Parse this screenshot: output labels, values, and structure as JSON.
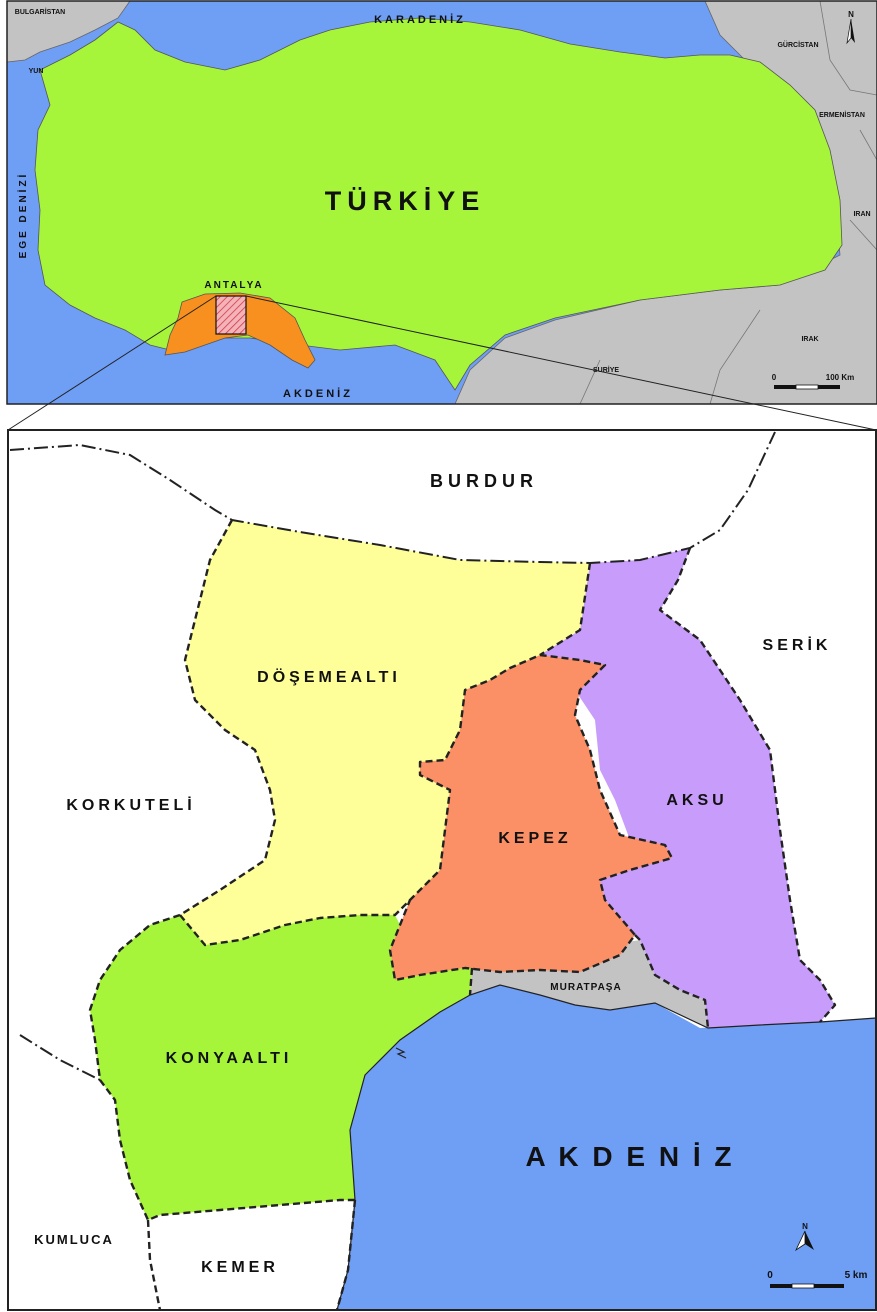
{
  "overview": {
    "sea_north": "KARADENİZ",
    "sea_south": "AKDENİZ",
    "sea_west": "EGE DENİZİ",
    "country": "TÜRKİYE",
    "province": "ANTALYA",
    "neighbors": {
      "bulgaria": "BULGARİSTAN",
      "greece": "YUN",
      "georgia": "GÜRCİSTAN",
      "armenia": "ERMENİSTAN",
      "iran": "IRAN",
      "iraq": "IRAK",
      "syria": "SURİYE"
    },
    "scale": {
      "start": "0",
      "end": "100 Km"
    },
    "north_label": "N"
  },
  "detail": {
    "districts": {
      "dosemealti": "DÖŞEMEALTI",
      "kepez": "KEPEZ",
      "aksu": "AKSU",
      "konyaalti": "KONYAALTI",
      "muratpasa": "MURATPAŞA"
    },
    "surroundings": {
      "burdur": "BURDUR",
      "serik": "SERİK",
      "korkuteli": "KORKUTELİ",
      "kumluca": "KUMLUCA",
      "kemer": "KEMER"
    },
    "sea": "A K D E N İ Z",
    "scale": {
      "start": "0",
      "end": "5 km"
    },
    "north_label": "N"
  },
  "colors": {
    "sea": "#6f9ef5",
    "neighbor_land": "#c3c3c3",
    "turkey": "#a7f53b",
    "antalya": "#f7901e",
    "dosemealti": "#ffff99",
    "kepez": "#fb8f66",
    "aksu": "#c89cfa",
    "konyaalti": "#a7f53b",
    "muratpasa": "#c3c3c3"
  }
}
